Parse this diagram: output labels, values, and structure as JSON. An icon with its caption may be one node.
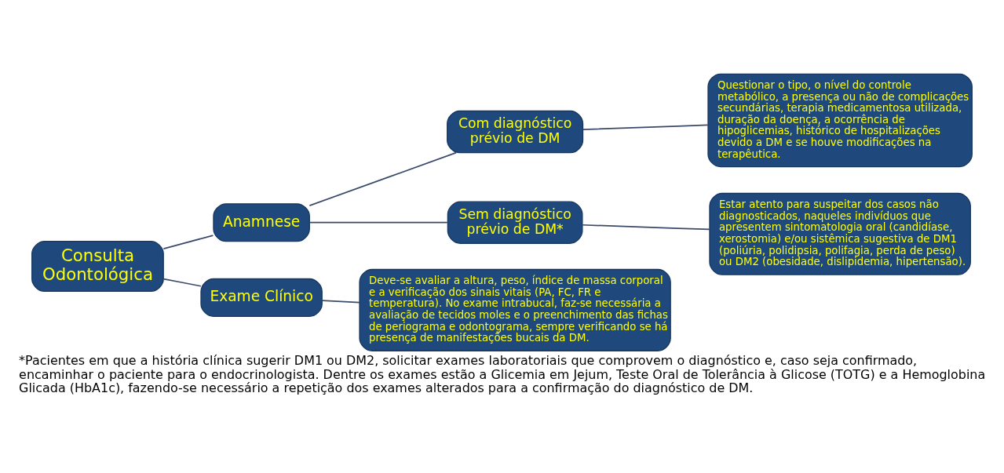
{
  "diagram": {
    "caption": "*Pacientes em que a história clínica sugerir DM1 ou DM2, solicitar exames laboratoriais que comprovem o diagnóstico e, caso seja confirmado, encaminhar o paciente para o endocrinologista. Dentre os exames estão a Glicemia em Jejum, Teste Oral de Tolerância à Glicose (TOTG) e a Hemoglobina Glicada (HbA1c), fazendo-se necessário a repetição dos exames alterados para a confirmação do diagnóstico de DM.",
    "nodes": [
      {
        "text": [
          "Consulta Odontológica"
        ]
      },
      {
        "text": [
          "Anamnese"
        ]
      },
      {
        "text": [
          "Com diagnóstico prévio de DM"
        ]
      },
      {
        "text": [
          "Sem diagnóstico prévio de DM*"
        ]
      },
      {
        "text": [
          "Exame Clínico"
        ]
      },
      {
        "text": [
          "Questionar o tipo, o nível do controle metabólico, a presença ou não de complicações secundárias, terapia medicamentosa utilizada, duração da doença, a ocorrência de hipoglicemias, histórico de hospitalizações devido a DM e se houve modificações na terapêutica."
        ]
      },
      {
        "text": [
          "Estar atento para suspeitar dos casos não diagnosticados, naqueles indivíduos que apresentem sintomatologia oral (candidíase, xerostomia) e/ou sistêmica sugestiva de DM1 (poliúria, polidipsia, polifagia, perda de peso) ou DM2 (obesidade, dislipidemia, hipertensão)."
        ]
      },
      {
        "text": [
          "Deve-se avaliar a altura, peso, índice de massa corporal e a verificação dos sinais vitais (PA, FC, FR e temperatura). No exame intrabucal, faz-se necessária a avaliação de tecidos moles e o preenchimento das fichas de periograma e odontograma, sempre verificando se há presença de manifestações bucais da DM."
        ]
      }
    ],
    "edges": [
      {
        "from": 0,
        "to": 1,
        "arrow": "none"
      },
      {
        "from": 0,
        "to": 4,
        "arrow": "none"
      },
      {
        "from": 1,
        "to": 2,
        "arrow": "none"
      },
      {
        "from": 1,
        "to": 3,
        "arrow": "none"
      },
      {
        "from": 2,
        "to": 5,
        "arrow": "none"
      },
      {
        "from": 3,
        "to": 6,
        "arrow": "none"
      },
      {
        "from": 4,
        "to": 7,
        "arrow": "none"
      }
    ]
  }
}
